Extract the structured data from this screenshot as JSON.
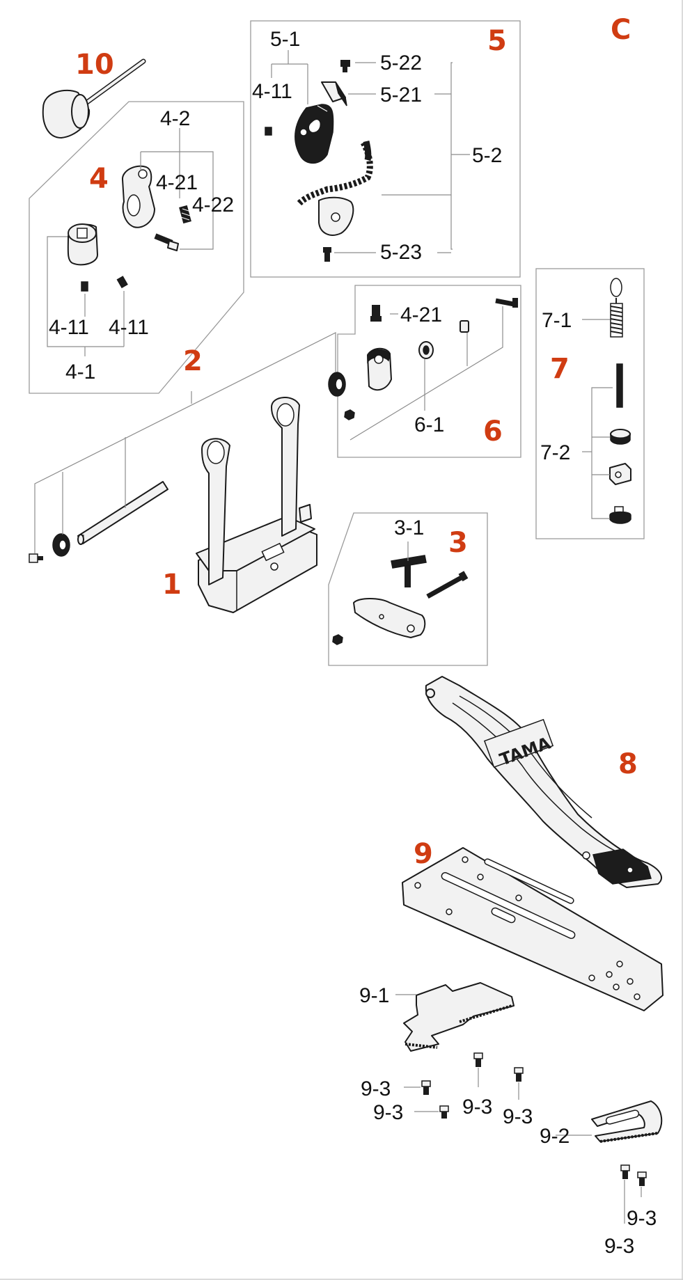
{
  "sheet_letter": "C",
  "parts": {
    "p1": "1",
    "p2": "2",
    "p3": "3",
    "p4": "4",
    "p5": "5",
    "p6": "6",
    "p7": "7",
    "p8": "8",
    "p9": "9",
    "p10": "10"
  },
  "labels": {
    "l_4_1": "4-1",
    "l_4_2": "4-2",
    "l_4_11": "4-11",
    "l_4_21": "4-21",
    "l_4_22": "4-22",
    "l_5_1": "5-1",
    "l_5_2": "5-2",
    "l_5_21": "5-21",
    "l_5_22": "5-22",
    "l_5_23": "5-23",
    "l_3_1": "3-1",
    "l_6_1": "6-1",
    "l_7_1": "7-1",
    "l_7_2": "7-2",
    "l_9_1": "9-1",
    "l_9_2": "9-2",
    "l_9_3": "9-3"
  },
  "colors": {
    "accent": "#d03c12",
    "ink": "#111111",
    "leader": "#8c8c8c"
  },
  "logo_text": "TAMA"
}
